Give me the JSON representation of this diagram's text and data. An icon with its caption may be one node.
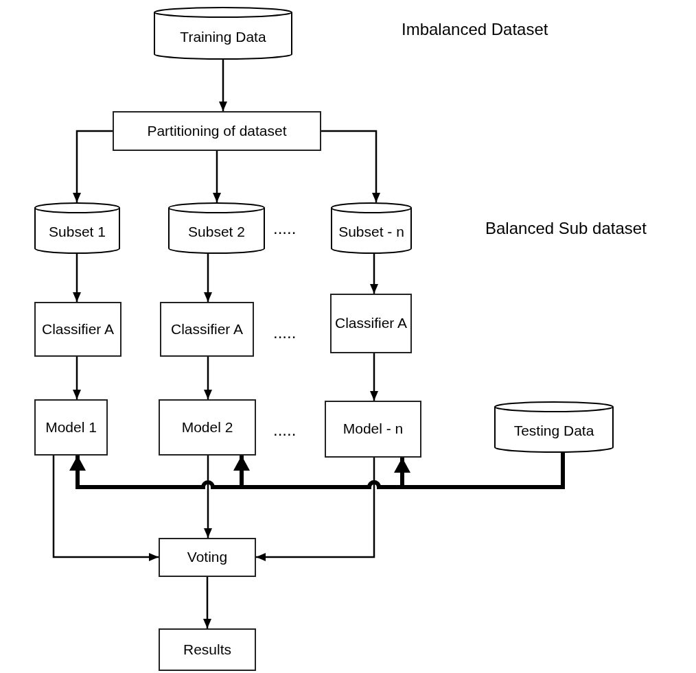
{
  "diagram": {
    "nodes": [
      {
        "text": [
          "Training Data"
        ]
      },
      {
        "text": [
          "Partitioning of dataset"
        ]
      },
      {
        "text": [
          "Subset 1"
        ]
      },
      {
        "text": [
          "Subset 2"
        ]
      },
      {
        "text": [
          "Subset - n"
        ]
      },
      {
        "text": [
          "Classifier A"
        ]
      },
      {
        "text": [
          "Classifier A"
        ]
      },
      {
        "text": [
          "Classifier A"
        ]
      },
      {
        "text": [
          "Model 1"
        ]
      },
      {
        "text": [
          "Model 2"
        ]
      },
      {
        "text": [
          "Model - n"
        ]
      },
      {
        "text": [
          "Testing Data"
        ]
      },
      {
        "text": [
          "Voting"
        ]
      },
      {
        "text": [
          "Results"
        ]
      }
    ],
    "edges": [
      {
        "from": 0,
        "to": 1,
        "arrow": "to"
      },
      {
        "from": 1,
        "to": 2,
        "arrow": "to"
      },
      {
        "from": 1,
        "to": 3,
        "arrow": "to"
      },
      {
        "from": 1,
        "to": 4,
        "arrow": "to"
      },
      {
        "from": 2,
        "to": 5,
        "arrow": "to"
      },
      {
        "from": 3,
        "to": 6,
        "arrow": "to"
      },
      {
        "from": 4,
        "to": 7,
        "arrow": "to"
      },
      {
        "from": 5,
        "to": 8,
        "arrow": "to"
      },
      {
        "from": 6,
        "to": 9,
        "arrow": "to"
      },
      {
        "from": 7,
        "to": 10,
        "arrow": "to"
      },
      {
        "from": 8,
        "to": 12,
        "arrow": "to"
      },
      {
        "from": 9,
        "to": 12,
        "arrow": "to"
      },
      {
        "from": 10,
        "to": 12,
        "arrow": "to"
      },
      {
        "from": 12,
        "to": 13,
        "arrow": "to"
      },
      {
        "from": 11,
        "to": 8,
        "arrow": "to",
        "style": "thick"
      },
      {
        "from": 11,
        "to": 9,
        "arrow": "to",
        "style": "thick"
      },
      {
        "from": 11,
        "to": 10,
        "arrow": "to",
        "style": "thick"
      }
    ],
    "labels": [
      "Imbalanced Dataset",
      ".....",
      "Balanced Sub dataset",
      ".....",
      "....."
    ]
  }
}
